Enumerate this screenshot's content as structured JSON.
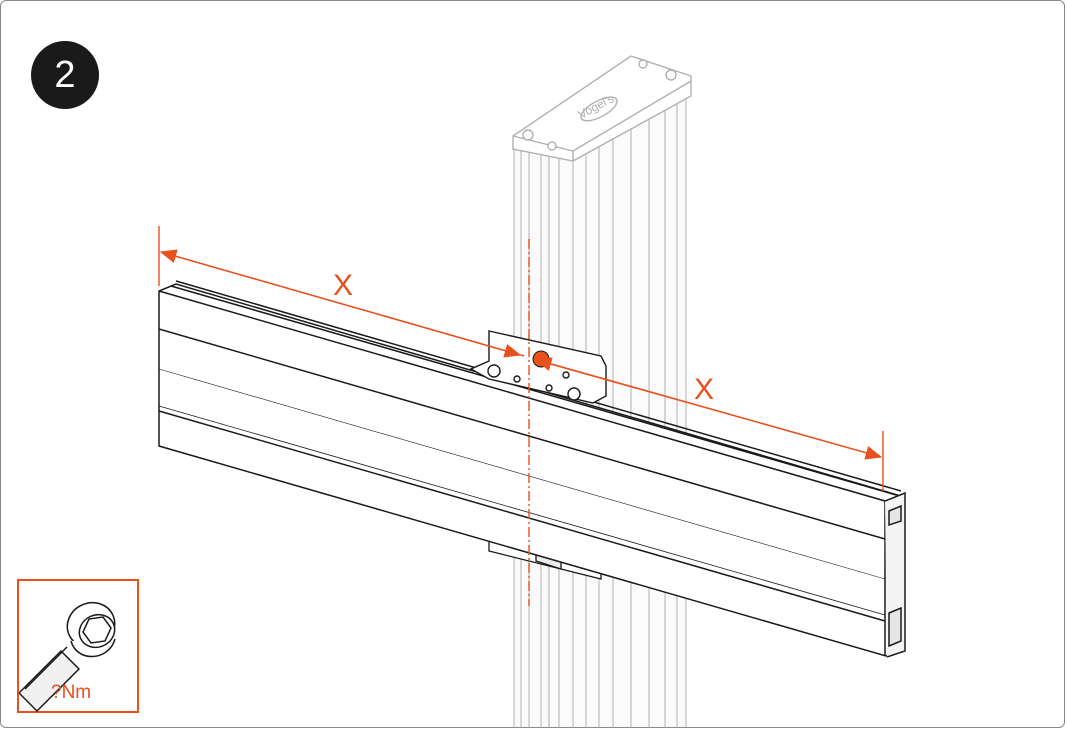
{
  "step": {
    "number": "2"
  },
  "dimensions": {
    "left_label": "X",
    "right_label": "X"
  },
  "tool": {
    "icon": "hex-socket-icon",
    "torque_label": "?Nm"
  },
  "colors": {
    "accent": "#e8501e",
    "line": "#1a1a1a",
    "pole": "#b5b5b5"
  }
}
